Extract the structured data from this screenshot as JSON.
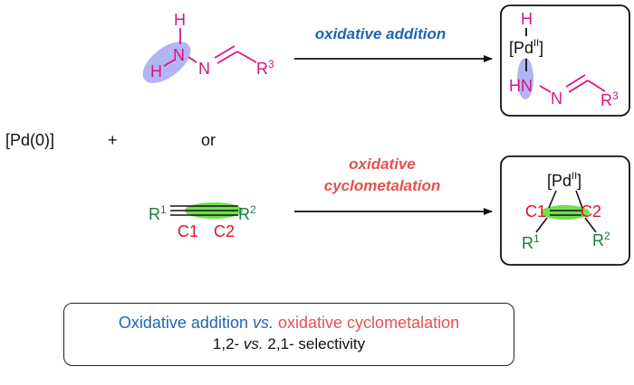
{
  "reactants": {
    "pd0": "[Pd(0)]",
    "plus": "+",
    "or": "or"
  },
  "hydrazone": {
    "h_top": "H",
    "h_left": "H",
    "n1": "N",
    "n2": "N",
    "r3": "R",
    "r3_sup": "3"
  },
  "alkyne": {
    "r1": "R",
    "r1_sup": "1",
    "r2": "R",
    "r2_sup": "2",
    "c1": "C1",
    "c2": "C2"
  },
  "arrow_top_label": "oxidative addition",
  "arrow_bottom_label_line1": "oxidative",
  "arrow_bottom_label_line2": "cyclometalation",
  "product_top": {
    "h": "H",
    "pd": "[Pd",
    "pd_sup": "II",
    "pd_close": "]",
    "hn": "HN",
    "n": "N",
    "r3": "R",
    "r3_sup": "3"
  },
  "product_bottom": {
    "pd": "[Pd",
    "pd_sup": "II",
    "pd_close": "]",
    "c1": "C1",
    "c2": "C2",
    "r1": "R",
    "r1_sup": "1",
    "r2": "R",
    "r2_sup": "2"
  },
  "summary": {
    "part1": "Oxidative addition",
    "vs1": "vs.",
    "part2": "oxidative cyclometalation",
    "line2_a": "1,2-",
    "vs2": "vs.",
    "line2_b": "2,1- selectivity"
  },
  "colors": {
    "magenta": "#d6167f",
    "green": "#1c7a3a",
    "red": "#e8102a",
    "blue": "#1f66b3",
    "orange_red": "#e8504f",
    "highlight_purple": "#a6a8f0",
    "highlight_green": "#5fdc3a"
  }
}
